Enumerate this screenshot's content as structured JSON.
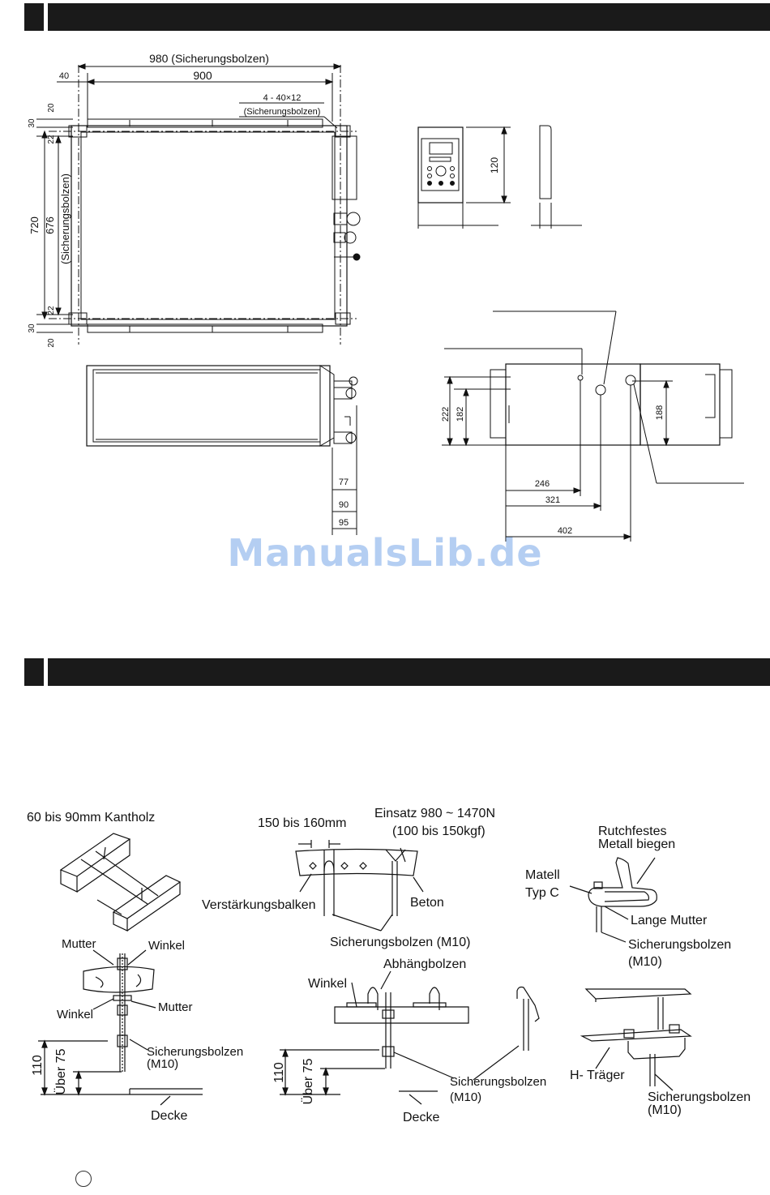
{
  "dim": {
    "bolt_width": "980 (Sicherungsbolzen)",
    "width_900": "900",
    "left_40": "40",
    "hole_spec": "4 - 40×12",
    "hole_spec_sub": "(Sicherungsbolzen)",
    "h_720": "720",
    "h_676": "676",
    "h_bolt_label": "(Sicherungsbolzen)",
    "v30a": "30",
    "v20a": "20",
    "v22a": "22",
    "v22b": "22",
    "v30b": "30",
    "v20b": "20",
    "d77": "77",
    "d90": "90",
    "d95": "95",
    "remote_h": "120",
    "s222": "222",
    "s182": "182",
    "s188": "188",
    "s246": "246",
    "s321": "321",
    "s402": "402"
  },
  "watermark": "ManualsLib.de",
  "install": {
    "kantholz": "60 bis 90mm Kantholz",
    "mutter1": "Mutter",
    "winkel1": "Winkel",
    "winkel2": "Winkel",
    "mutter2": "Mutter",
    "bolt1": "Sicherungsbolzen",
    "m10_1": "(M10)",
    "h110_1": "110",
    "ueber75_1": "Über 75",
    "decke1": "Decke",
    "range150": "150 bis 160mm",
    "einsatz": "Einsatz 980 ~ 1470N",
    "kgf": "(100 bis 150kgf)",
    "verstaerkung": "Verstärkungsbalken",
    "beton": "Beton",
    "bolt2": "Sicherungsbolzen (M10)",
    "abhaeng": "Abhängbolzen",
    "winkel3": "Winkel",
    "h110_2": "110",
    "ueber75_2": "Über 75",
    "bolt3": "Sicherungsbolzen",
    "m10_3": "(M10)",
    "decke2": "Decke",
    "rutch1": "Rutchfestes",
    "rutch2": "Metall biegen",
    "matell": "Matell",
    "typc": "Typ C",
    "lange": "Lange Mutter",
    "bolt4": "Sicherungsbolzen",
    "m10_4": "(M10)",
    "htraeger": "H- Träger",
    "bolt5": "Sicherungsbolzen",
    "m10_5": "(M10)"
  }
}
